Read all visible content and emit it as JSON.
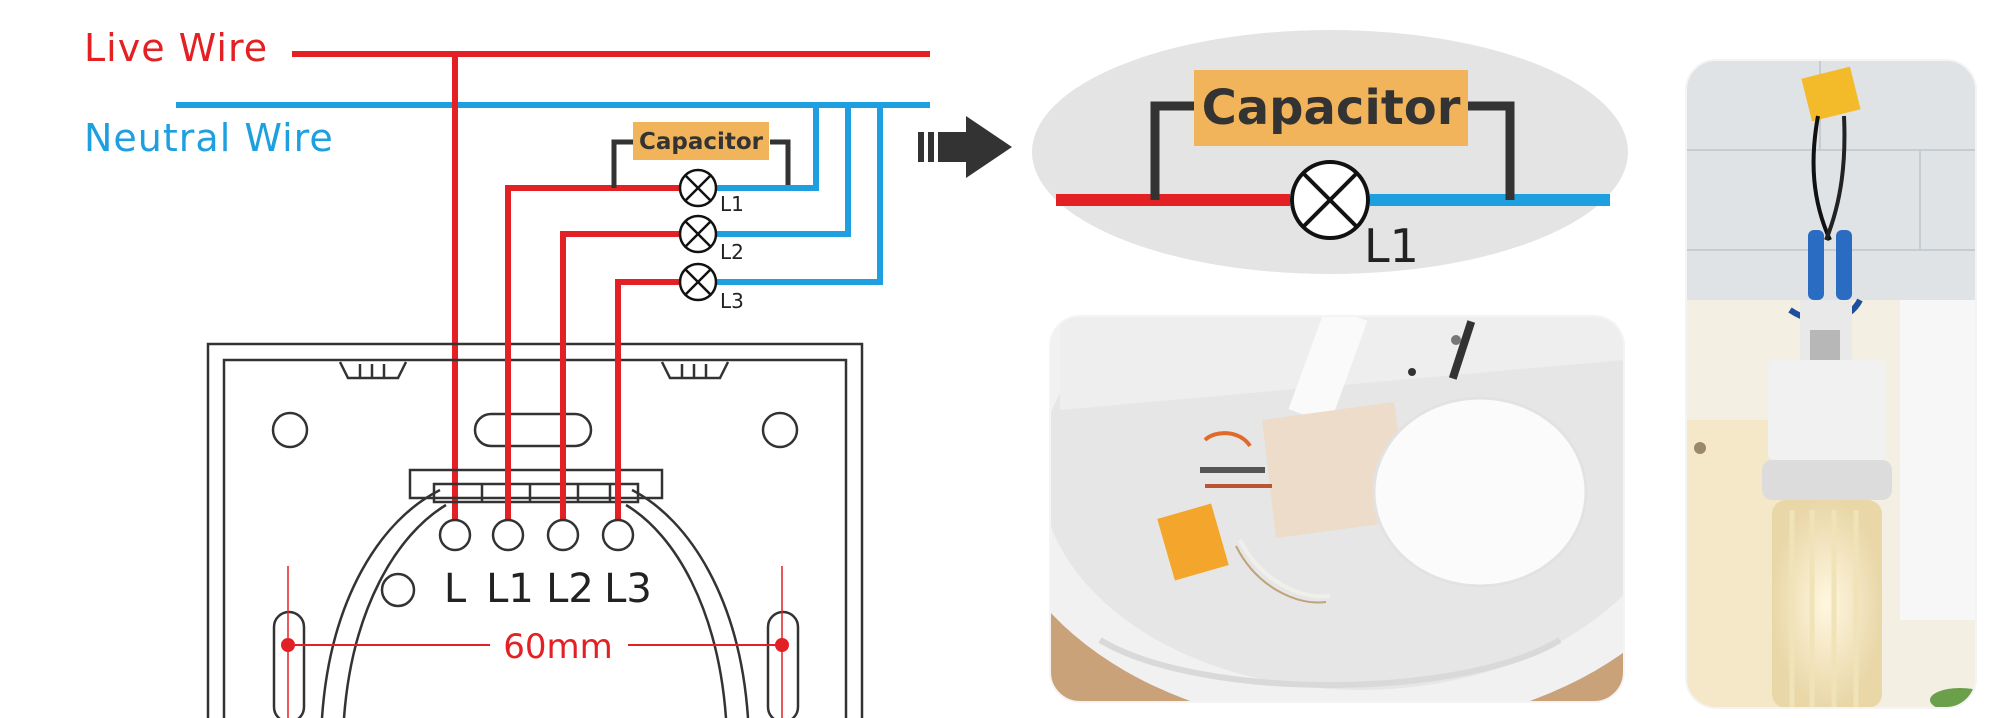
{
  "wires": {
    "live_label": "Live Wire",
    "neutral_label": "Neutral Wire"
  },
  "capacitor": {
    "label_small": "Capacitor",
    "label_zoom": "Capacitor"
  },
  "loads": [
    "L1",
    "L2",
    "L3"
  ],
  "terminals": [
    "L",
    "L1",
    "L2",
    "L3"
  ],
  "dimension": "60mm",
  "zoom": {
    "load_label": "L1"
  },
  "colors": {
    "live": "#e32124",
    "neutral": "#1ea0e0",
    "capacitor": "#f2b45a",
    "zoom_bg": "#e4e4e4"
  },
  "photos": [
    {
      "name": "photo-ceiling-lamp-capacitor"
    },
    {
      "name": "photo-bulb-capacitor-closeup"
    }
  ]
}
